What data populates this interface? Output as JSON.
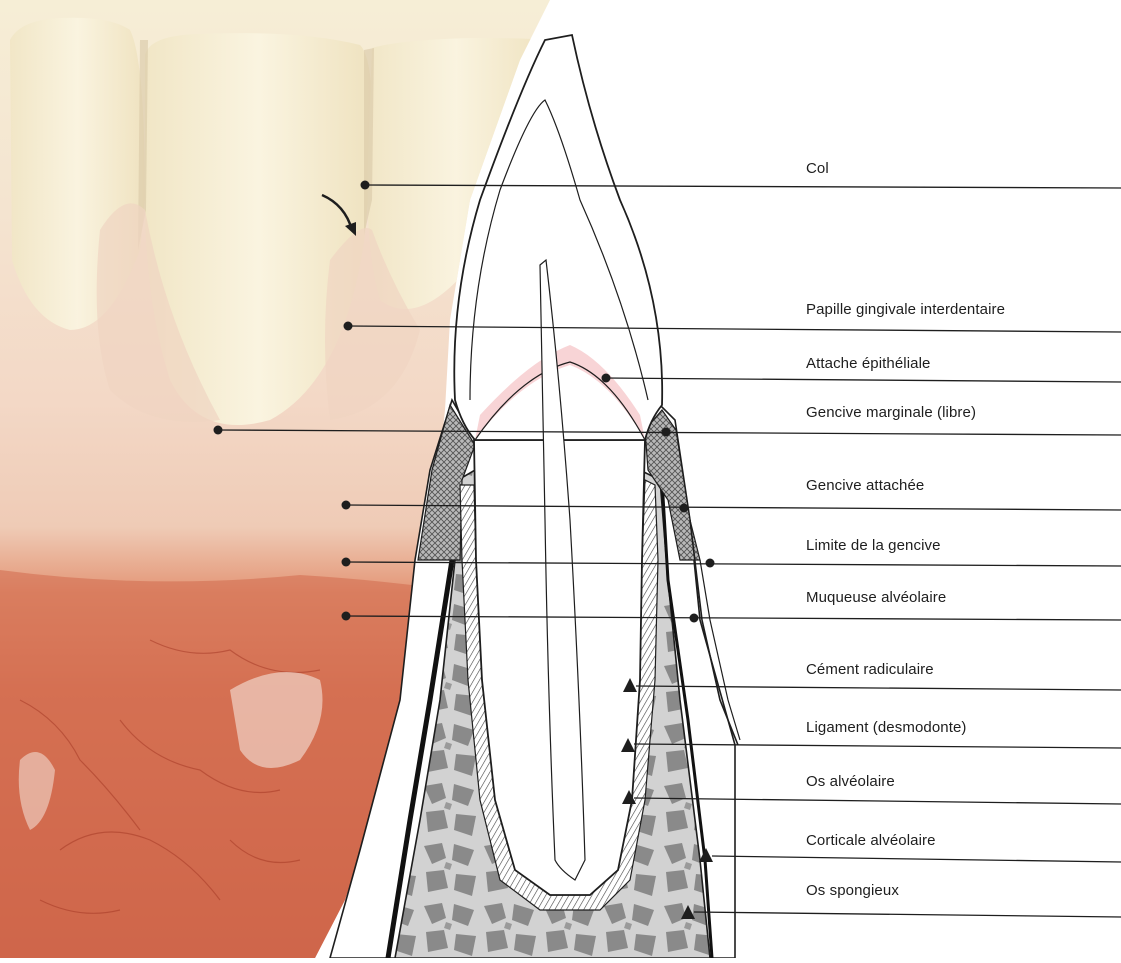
{
  "labels": [
    {
      "id": "col",
      "text": "Col"
    },
    {
      "id": "papille",
      "text": "Papille gingivale interdentaire"
    },
    {
      "id": "attache",
      "text": "Attache épithéliale"
    },
    {
      "id": "gencive-marginale",
      "text": "Gencive marginale (libre)"
    },
    {
      "id": "gencive-attachee",
      "text": "Gencive attachée"
    },
    {
      "id": "limite",
      "text": "Limite de la gencive"
    },
    {
      "id": "muqueuse",
      "text": "Muqueuse alvéolaire"
    },
    {
      "id": "cement",
      "text": "Cément radiculaire"
    },
    {
      "id": "ligament",
      "text": "Ligament (desmodonte)"
    },
    {
      "id": "os-alveolaire",
      "text": "Os alvéolaire"
    },
    {
      "id": "corticale",
      "text": "Corticale alvéolaire"
    },
    {
      "id": "os-spongieux",
      "text": "Os spongieux"
    }
  ],
  "colors": {
    "enamel": "#f6eed2",
    "gum_light": "#f2d6c4",
    "gum_red": "#dd7c5c",
    "mucosa": "#c8573c",
    "bone": "#c4c4c4",
    "bone_dark": "#7c7c7c",
    "line": "#1e1e1e"
  }
}
